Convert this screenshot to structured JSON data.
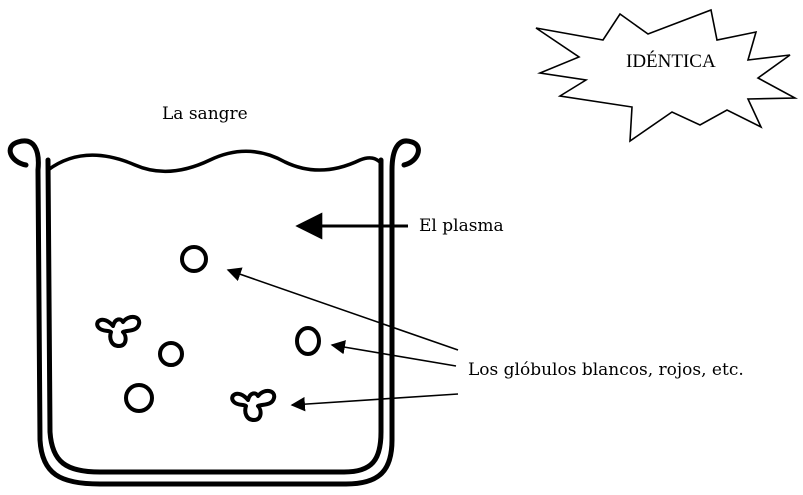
{
  "stamp": {
    "text": "IDÉNTICA"
  },
  "title": "La sangre",
  "labels": {
    "plasma": "El plasma",
    "cells": "Los glóbulos blancos, rojos, etc."
  },
  "colors": {
    "ink": "#000000",
    "background": "#ffffff"
  }
}
